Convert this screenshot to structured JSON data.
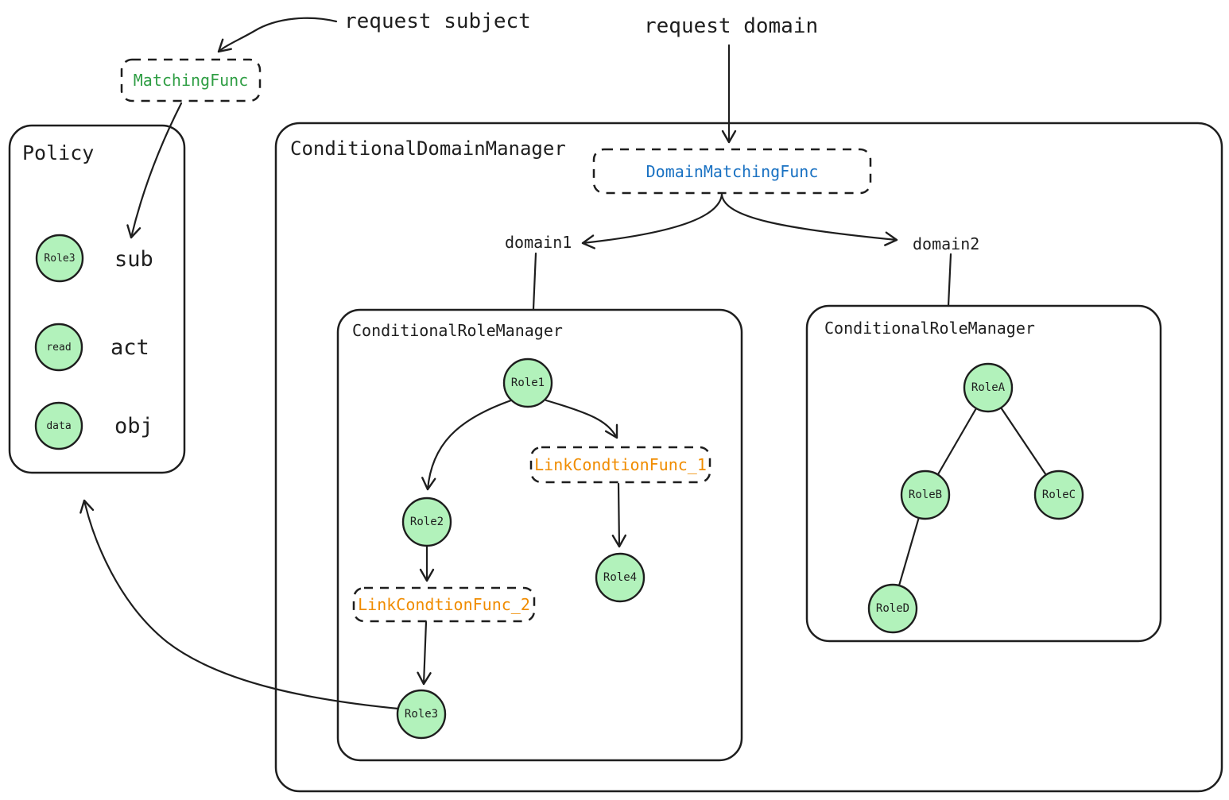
{
  "labels": {
    "request_subject": "request subject",
    "request_domain": "request domain",
    "domain1": "domain1",
    "domain2": "domain2"
  },
  "matching_func": "MatchingFunc",
  "policy": {
    "title": "Policy",
    "rows": [
      {
        "node": "Role3",
        "label": "sub"
      },
      {
        "node": "read",
        "label": "act"
      },
      {
        "node": "data",
        "label": "obj"
      }
    ]
  },
  "domain_manager": {
    "title": "ConditionalDomainManager",
    "domain_matching_func": "DomainMatchingFunc"
  },
  "role_manager_domain1": {
    "title": "ConditionalRoleManager",
    "link_condition_func_1": "LinkCondtionFunc_1",
    "link_condition_func_2": "LinkCondtionFunc_2",
    "nodes": {
      "role1": "Role1",
      "role2": "Role2",
      "role3": "Role3",
      "role4": "Role4"
    }
  },
  "role_manager_domain2": {
    "title": "ConditionalRoleManager",
    "nodes": {
      "roleA": "RoleA",
      "roleB": "RoleB",
      "roleC": "RoleC",
      "roleD": "RoleD"
    }
  },
  "colors": {
    "stroke": "#1e1e1e",
    "node_fill": "#b2f2bb",
    "matching_func_text": "#2f9e44",
    "domain_matching_func_text": "#1971c2",
    "link_condition_func_text": "#f08c00"
  }
}
